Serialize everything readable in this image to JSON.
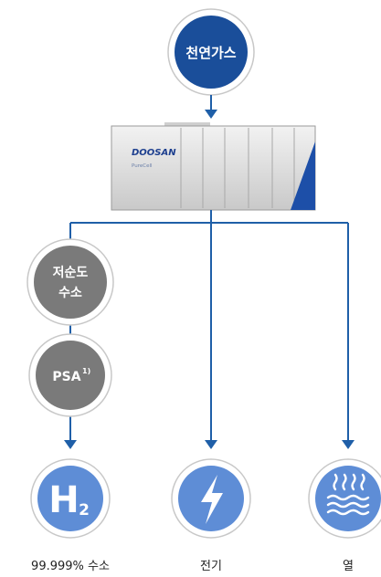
{
  "source": {
    "label": "천연가스",
    "color": "#1a4e9a"
  },
  "fuel_cell": {
    "brand": "DOOSAN",
    "sub": "PureCell"
  },
  "stages": [
    {
      "label_line1": "저순도",
      "label_line2": "수소"
    },
    {
      "label": "PSA",
      "superscript": "1)"
    }
  ],
  "outputs": [
    {
      "icon": "hydrogen-icon",
      "symbol": "H",
      "subscript": "2",
      "caption": "99.999% 수소"
    },
    {
      "icon": "lightning-icon",
      "caption": "전기"
    },
    {
      "icon": "heat-waves-icon",
      "caption": "열"
    }
  ],
  "colors": {
    "line": "#1f5fa8",
    "output_fill": "#5e8dd6",
    "stage_fill": "#7a7a7a"
  }
}
